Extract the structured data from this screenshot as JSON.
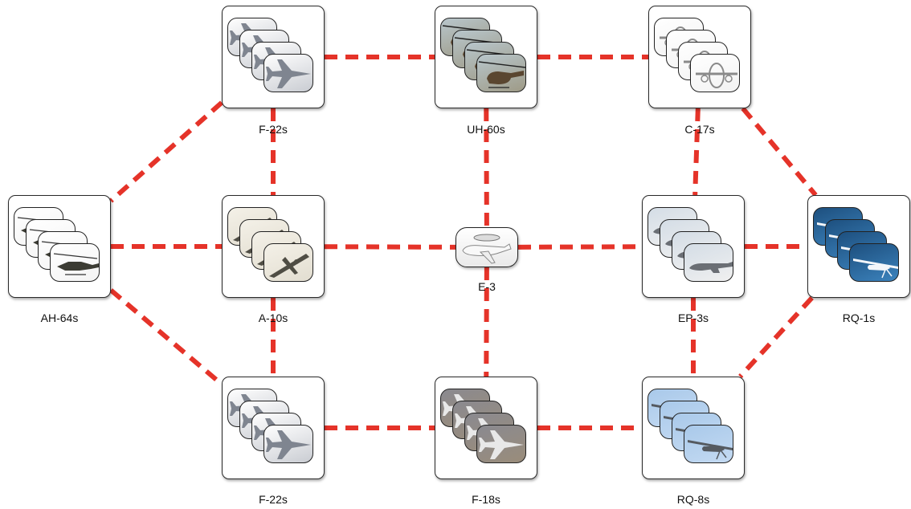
{
  "link_color": "#e53329",
  "nodes": [
    {
      "id": "f22-top",
      "label": "F-22s",
      "icon": "fighter-jet-icon",
      "bg": [
        "#ffffff",
        "#c9ccd2"
      ],
      "fg": "#7f8590",
      "stack": 4
    },
    {
      "id": "uh60",
      "label": "UH-60s",
      "icon": "helicopter-icon",
      "bg": [
        "#b8c6cc",
        "#9e9a86"
      ],
      "fg": "#5a4630",
      "stack": 4
    },
    {
      "id": "c17",
      "label": "C-17s",
      "icon": "cargo-plane-icon",
      "bg": [
        "#ffffff",
        "#f2f2f2"
      ],
      "fg": "#8a8a8a",
      "stack": 4
    },
    {
      "id": "ah64",
      "label": "AH-64s",
      "icon": "attack-helicopter-icon",
      "bg": [
        "#ffffff",
        "#f4f4f4"
      ],
      "fg": "#3c3c34",
      "stack": 4
    },
    {
      "id": "a10",
      "label": "A-10s",
      "icon": "attack-jet-icon",
      "bg": [
        "#f4f1e8",
        "#e2ddd0"
      ],
      "fg": "#4f4d44",
      "stack": 4
    },
    {
      "id": "e3",
      "label": "E-3",
      "icon": "awacs-plane-icon",
      "bg": [
        "#ffffff",
        "#e6e6e6"
      ],
      "fg": "#9a9a9a",
      "stack": 1
    },
    {
      "id": "ep3",
      "label": "EP-3s",
      "icon": "patrol-plane-icon",
      "bg": [
        "#d4dde6",
        "#f0f0f0"
      ],
      "fg": "#6a6e74",
      "stack": 4
    },
    {
      "id": "rq1",
      "label": "RQ-1s",
      "icon": "drone-icon",
      "bg": [
        "#1d4f7e",
        "#3c83bd"
      ],
      "fg": "#f3f6fa",
      "stack": 4
    },
    {
      "id": "f22-bottom",
      "label": "F-22s",
      "icon": "fighter-jet-icon",
      "bg": [
        "#ffffff",
        "#c9ccd2"
      ],
      "fg": "#7f8590",
      "stack": 4
    },
    {
      "id": "f18",
      "label": "F-18s",
      "icon": "fighter-jet-icon",
      "bg": [
        "#8a8a90",
        "#9a8c7a"
      ],
      "fg": "#e8e8e8",
      "stack": 4
    },
    {
      "id": "rq8",
      "label": "RQ-8s",
      "icon": "drone-icon",
      "bg": [
        "#a9c9ea",
        "#c4daf2"
      ],
      "fg": "#555a60",
      "stack": 4
    }
  ],
  "links": [
    [
      "f22-top",
      "uh60"
    ],
    [
      "uh60",
      "c17"
    ],
    [
      "f22-top",
      "ah64"
    ],
    [
      "f22-top",
      "a10"
    ],
    [
      "uh60",
      "e3"
    ],
    [
      "c17",
      "ep3"
    ],
    [
      "c17",
      "rq1"
    ],
    [
      "ah64",
      "a10"
    ],
    [
      "a10",
      "e3"
    ],
    [
      "e3",
      "ep3"
    ],
    [
      "ep3",
      "rq1"
    ],
    [
      "ah64",
      "f22-bottom"
    ],
    [
      "a10",
      "f22-bottom"
    ],
    [
      "e3",
      "f18"
    ],
    [
      "ep3",
      "rq8"
    ],
    [
      "rq1",
      "rq8"
    ],
    [
      "f22-bottom",
      "f18"
    ],
    [
      "f18",
      "rq8"
    ]
  ]
}
